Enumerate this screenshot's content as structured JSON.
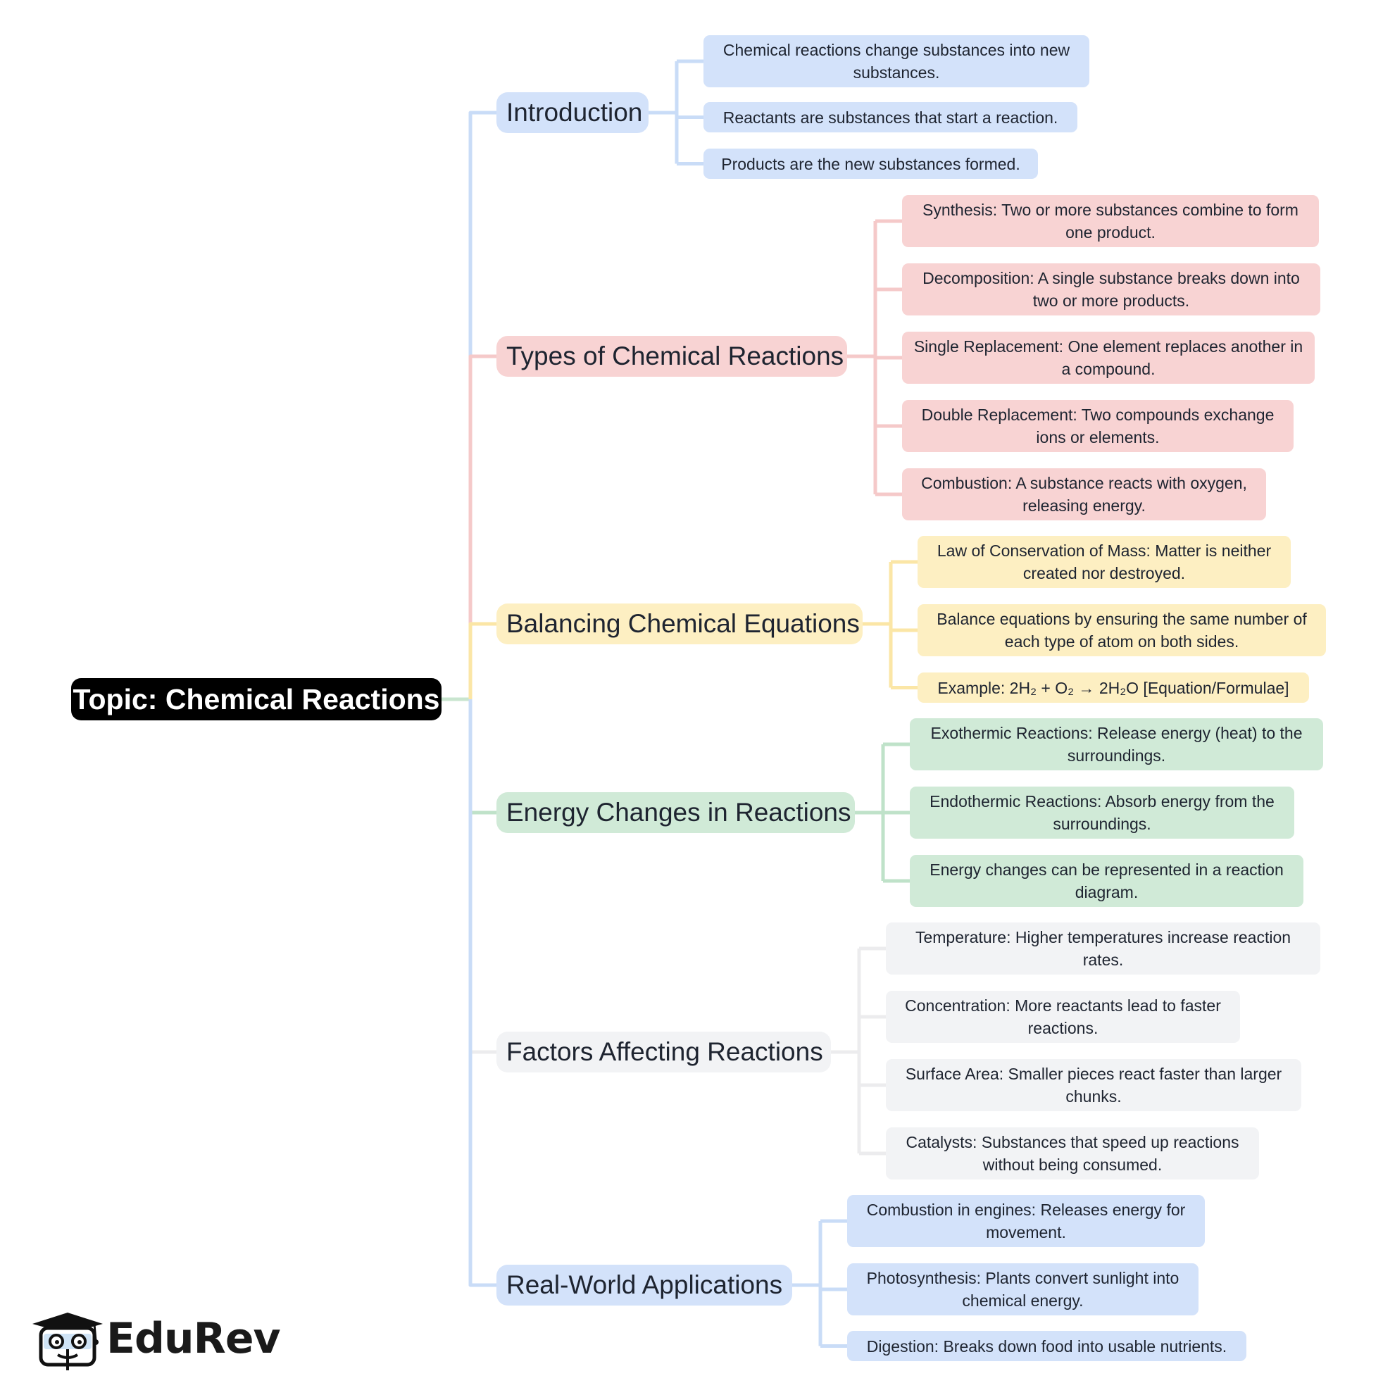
{
  "root": {
    "label": "Topic: Chemical Reactions",
    "color": "#000000"
  },
  "branches": [
    {
      "label": "Introduction",
      "color": "#d3e2fa",
      "line_color": "#c9dcf7",
      "children": [
        "Chemical reactions change substances into new substances.",
        "Reactants are substances that start a reaction.",
        "Products are the new substances formed."
      ]
    },
    {
      "label": "Types of Chemical Reactions",
      "color": "#f8d3d3",
      "line_color": "#f5c9c9",
      "children": [
        "Synthesis: Two or more substances combine to form one product.",
        "Decomposition: A single substance breaks down into two or more products.",
        "Single Replacement: One element replaces another in a compound.",
        "Double Replacement: Two compounds exchange ions or elements.",
        "Combustion: A substance reacts with oxygen, releasing energy."
      ]
    },
    {
      "label": "Balancing Chemical Equations",
      "color": "#fdefc2",
      "line_color": "#fbe6a6",
      "children": [
        "Law of Conservation of Mass: Matter is neither created nor destroyed.",
        "Balance equations by ensuring the same number of each type of atom on both sides.",
        "Example: 2H₂ + O₂ → 2H₂O [Equation/Formulae]"
      ]
    },
    {
      "label": "Energy Changes in Reactions",
      "color": "#d0ead7",
      "line_color": "#bfe2c9",
      "children": [
        "Exothermic Reactions: Release energy (heat) to the surroundings.",
        "Endothermic Reactions: Absorb energy from the surroundings.",
        "Energy changes can be represented in a reaction diagram."
      ]
    },
    {
      "label": "Factors Affecting Reactions",
      "color": "#f2f3f5",
      "line_color": "#ececee",
      "children": [
        "Temperature: Higher temperatures increase reaction rates.",
        "Concentration: More reactants lead to faster reactions.",
        "Surface Area: Smaller pieces react faster than larger chunks.",
        "Catalysts: Substances that speed up reactions without being consumed."
      ]
    },
    {
      "label": "Real-World Applications",
      "color": "#d3e2fa",
      "line_color": "#c9dcf7",
      "children": [
        "Combustion in engines: Releases energy for movement.",
        "Photosynthesis: Plants convert sunlight into chemical energy.",
        "Digestion: Breaks down food into usable nutrients."
      ]
    }
  ],
  "logo": {
    "text": "EduRev",
    "icon": "graduation-cap-mascot-icon"
  }
}
